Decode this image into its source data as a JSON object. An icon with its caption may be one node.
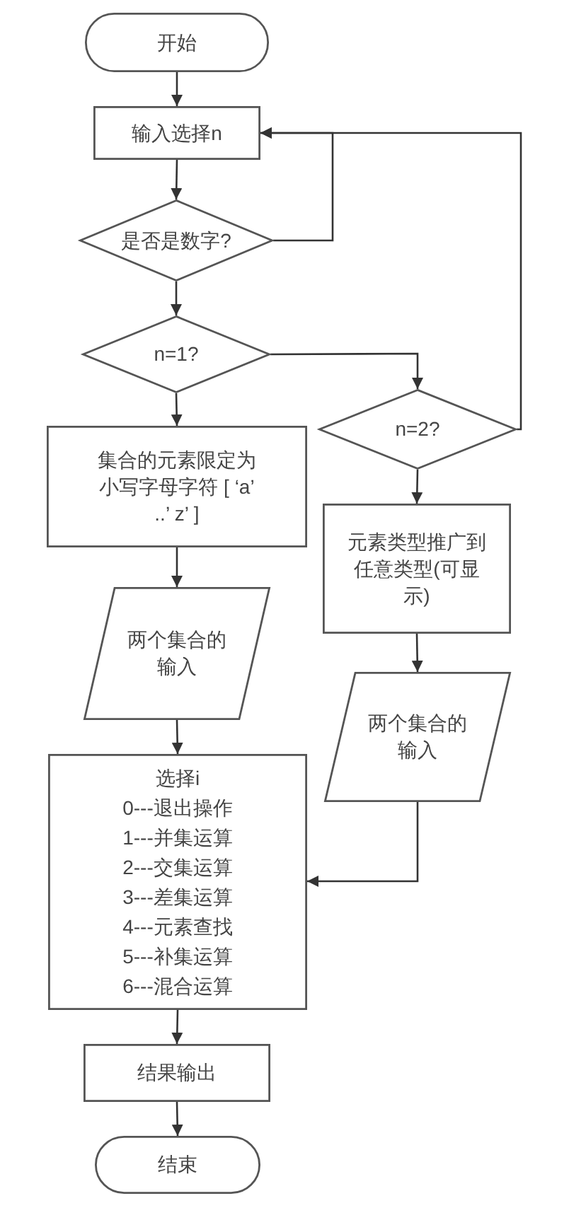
{
  "diagram": {
    "nodes": [
      {
        "text": [
          "开始"
        ]
      },
      {
        "text": [
          "输入选择n"
        ]
      },
      {
        "text": [
          "是否是数字?"
        ]
      },
      {
        "text": [
          "n=1?"
        ]
      },
      {
        "text": [
          "集合的元素限定为小写字母字符 [ ‘a’ ..’ z’ ]"
        ]
      },
      {
        "text": [
          "两个集合的输入"
        ]
      },
      {
        "text": [
          "选择i",
          "0---退出操作",
          "1---并集运算",
          "2---交集运算",
          "3---差集运算",
          "4---元素查找",
          "5---补集运算",
          "6---混合运算"
        ]
      },
      {
        "text": [
          "结果输出"
        ]
      },
      {
        "text": [
          "结束"
        ]
      },
      {
        "text": [
          "n=2?"
        ]
      },
      {
        "text": [
          "元素类型推广到任意类型(可显示)"
        ]
      },
      {
        "text": [
          "两个集合的输入"
        ]
      }
    ],
    "edges": [
      {
        "from": 0,
        "to": 1,
        "arrow": "to"
      },
      {
        "from": 1,
        "to": 2,
        "arrow": "to"
      },
      {
        "from": 2,
        "to": 1,
        "arrow": "to"
      },
      {
        "from": 2,
        "to": 3,
        "arrow": "to"
      },
      {
        "from": 3,
        "to": 4,
        "arrow": "to"
      },
      {
        "from": 3,
        "to": 9,
        "arrow": "to"
      },
      {
        "from": 9,
        "to": 1,
        "arrow": "to"
      },
      {
        "from": 4,
        "to": 5,
        "arrow": "to"
      },
      {
        "from": 5,
        "to": 6,
        "arrow": "to"
      },
      {
        "from": 9,
        "to": 10,
        "arrow": "to"
      },
      {
        "from": 10,
        "to": 11,
        "arrow": "to"
      },
      {
        "from": 11,
        "to": 6,
        "arrow": "to"
      },
      {
        "from": 6,
        "to": 7,
        "arrow": "to"
      },
      {
        "from": 7,
        "to": 8,
        "arrow": "to"
      }
    ]
  }
}
